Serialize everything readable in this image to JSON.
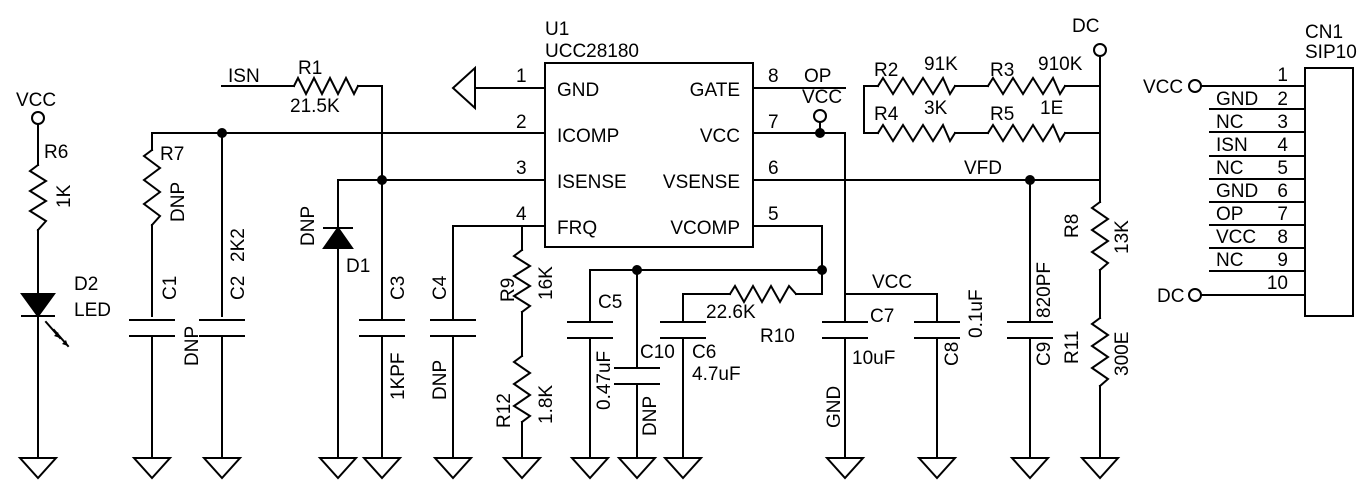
{
  "ic": {
    "ref": "U1",
    "part": "UCC28180",
    "pins": [
      {
        "num": "1",
        "name": "GND"
      },
      {
        "num": "2",
        "name": "ICOMP"
      },
      {
        "num": "3",
        "name": "ISENSE"
      },
      {
        "num": "4",
        "name": "FRQ"
      },
      {
        "num": "8",
        "name": "GATE"
      },
      {
        "num": "7",
        "name": "VCC"
      },
      {
        "num": "6",
        "name": "VSENSE"
      },
      {
        "num": "5",
        "name": "VCOMP"
      }
    ]
  },
  "connector": {
    "ref": "CN1",
    "part": "SIP10",
    "pins": [
      {
        "num": "1",
        "name": ""
      },
      {
        "num": "2",
        "name": "GND"
      },
      {
        "num": "3",
        "name": "NC"
      },
      {
        "num": "4",
        "name": "ISN"
      },
      {
        "num": "5",
        "name": "NC"
      },
      {
        "num": "6",
        "name": "GND"
      },
      {
        "num": "7",
        "name": "OP"
      },
      {
        "num": "8",
        "name": "VCC"
      },
      {
        "num": "9",
        "name": "NC"
      },
      {
        "num": "10",
        "name": ""
      }
    ]
  },
  "components": {
    "r1": {
      "ref": "R1",
      "value": "21.5K"
    },
    "r2": {
      "ref": "R2",
      "value": "91K"
    },
    "r3": {
      "ref": "R3",
      "value": "910K"
    },
    "r4": {
      "ref": "R4",
      "value": "3K"
    },
    "r5": {
      "ref": "R5",
      "value": "1E"
    },
    "r6": {
      "ref": "R6",
      "value": "1K"
    },
    "r7": {
      "ref": "R7",
      "value": "DNP"
    },
    "r8": {
      "ref": "R8",
      "value": "13K"
    },
    "r9": {
      "ref": "R9",
      "value": "16K"
    },
    "r10": {
      "ref": "R10",
      "value": "22.6K"
    },
    "r11": {
      "ref": "R11",
      "value": "300E"
    },
    "r12": {
      "ref": "R12",
      "value": "1.8K"
    },
    "c1": {
      "ref": "C1",
      "value": "DNP"
    },
    "c2": {
      "ref": "C2",
      "value": "2K2"
    },
    "c3": {
      "ref": "C3",
      "value": "1KPF"
    },
    "c4": {
      "ref": "C4",
      "value": "DNP"
    },
    "c5": {
      "ref": "C5",
      "value": "0.47uF"
    },
    "c6": {
      "ref": "C6",
      "value": "4.7uF"
    },
    "c7": {
      "ref": "C7",
      "value": "10uF"
    },
    "c8": {
      "ref": "C8",
      "value": "0.1uF"
    },
    "c9": {
      "ref": "C9",
      "value": "820PF"
    },
    "c10": {
      "ref": "C10",
      "value": "DNP"
    },
    "d1": {
      "ref": "D1",
      "value": "DNP"
    },
    "d2": {
      "ref": "D2",
      "value": "LED"
    }
  },
  "nets": {
    "vcc_left": "VCC",
    "isn": "ISN",
    "op": "OP",
    "vcc_pin7": "VCC",
    "dc_top": "DC",
    "vfd": "VFD",
    "vcc_c7": "VCC",
    "gnd_c7": "GND",
    "vcc_conn": "VCC",
    "dc_conn": "DC"
  }
}
